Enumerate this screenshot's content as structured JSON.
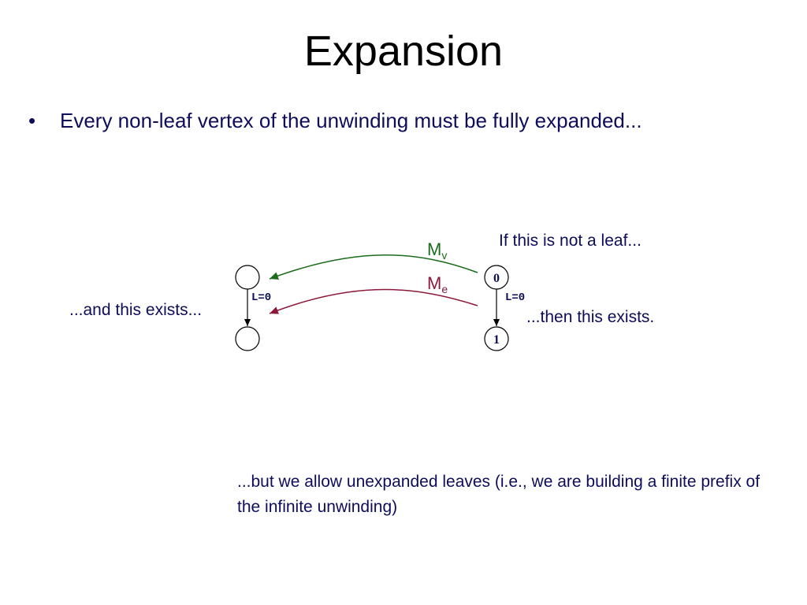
{
  "slide": {
    "title": "Expansion",
    "bullet_marker": "•",
    "bullet": "Every non-leaf vertex of the unwinding must be fully expanded..."
  },
  "diagram": {
    "left_graph": {
      "edge_label": "L=0"
    },
    "right_graph": {
      "top_node_label": "0",
      "bottom_node_label": "1",
      "edge_label": "L=0"
    },
    "maps": {
      "vertex_map": {
        "base": "M",
        "sub": "v",
        "color": "#1a6b1a"
      },
      "edge_map": {
        "base": "M",
        "sub": "e",
        "color": "#8b1a3a"
      }
    },
    "annotations": {
      "if_not_leaf": "If this is not a leaf...",
      "and_exists": "...and this exists...",
      "then_exists": "...then this exists.",
      "note": "...but we allow unexpanded leaves (i.e., we are building a finite prefix of the infinite unwinding)"
    }
  },
  "colors": {
    "text": "#0d0d5a",
    "title": "#000000"
  }
}
